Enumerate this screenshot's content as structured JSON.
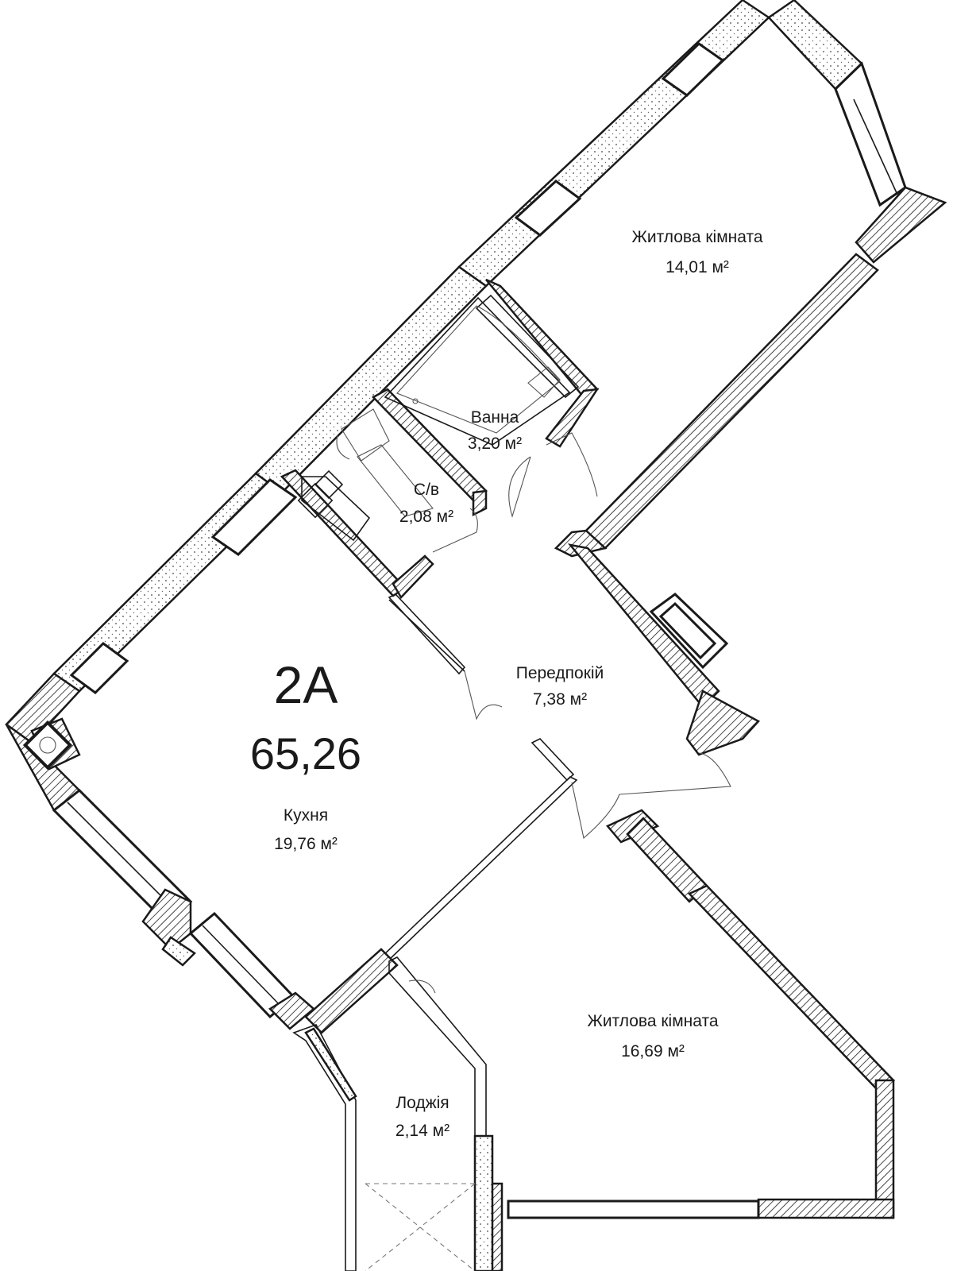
{
  "apartment": {
    "code": "2A",
    "total_area": "65,26"
  },
  "rooms": [
    {
      "id": "living-1",
      "name": "Житлова кімната",
      "area": "14,01 м²"
    },
    {
      "id": "bath",
      "name": "Ванна",
      "area": "3,20 м²"
    },
    {
      "id": "wc",
      "name": "С/в",
      "area": "2,08 м²"
    },
    {
      "id": "hall",
      "name": "Передпокій",
      "area": "7,38 м²"
    },
    {
      "id": "kitchen",
      "name": "Кухня",
      "area": "19,76 м²"
    },
    {
      "id": "living-2",
      "name": "Житлова кімната",
      "area": "16,69 м²"
    },
    {
      "id": "loggia",
      "name": "Лоджія",
      "area": "2,14 м²"
    }
  ]
}
